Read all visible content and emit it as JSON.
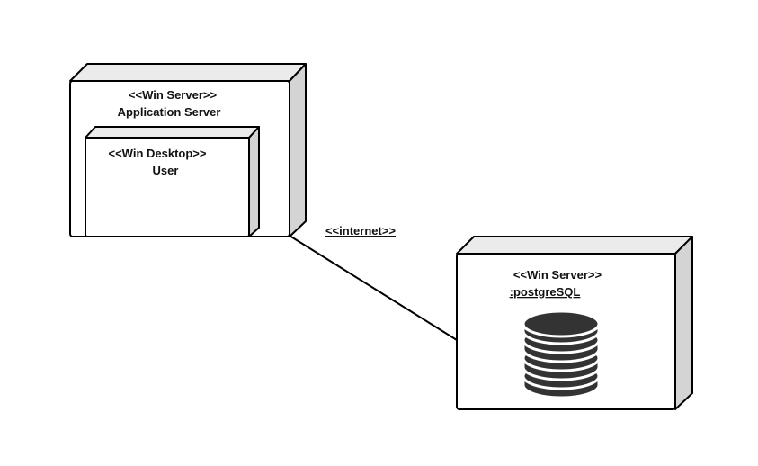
{
  "nodes": {
    "app_server": {
      "stereotype": "<<Win Server>>",
      "name": "Application Server"
    },
    "user_desktop": {
      "stereotype": "<<Win Desktop>>",
      "name": "User"
    },
    "db_server": {
      "stereotype": "<<Win Server>>",
      "name": ":postgreSQL",
      "icon": "database-icon"
    }
  },
  "connection": {
    "label": "<<internet>>"
  },
  "colors": {
    "face": "#ffffff",
    "side": "#d4d4d4",
    "top": "#ebebeb",
    "stroke": "#000000",
    "database": "#333333"
  }
}
